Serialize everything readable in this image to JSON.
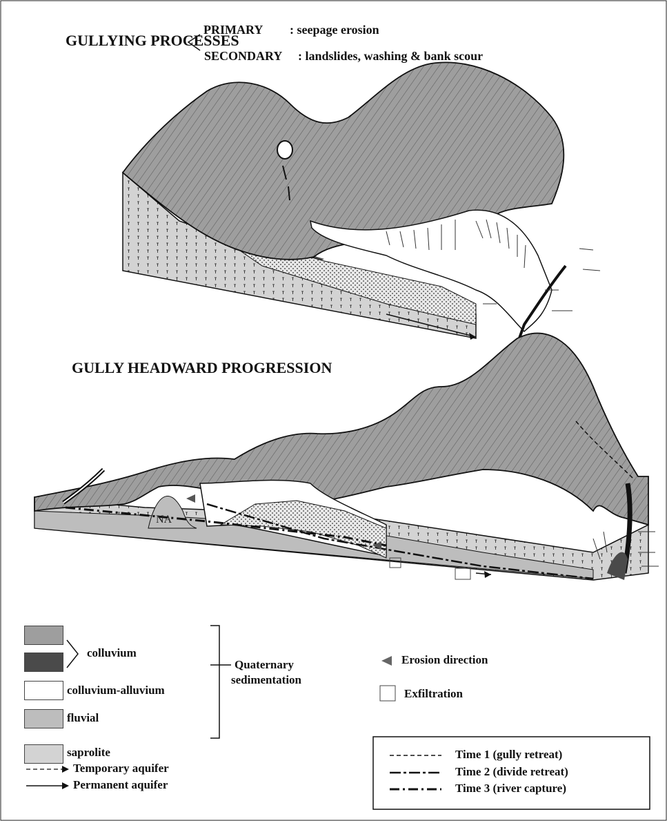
{
  "title": {
    "processes_label": "GULLYING PROCESSES",
    "primary_key": "PRIMARY",
    "primary_value": ": seepage erosion",
    "secondary_key": "SECONDARY",
    "secondary_value": ": landslides, washing & bank scour",
    "progression_label": "GULLY HEADWARD PROGRESSION"
  },
  "diagram_labels": {
    "na": "NA"
  },
  "legend": {
    "colluvium": "colluvium",
    "colluvium_alluvium": "colluvium-alluvium",
    "fluvial": "fluvial",
    "saprolite": "saprolite",
    "quaternary_line1": "Quaternary",
    "quaternary_line2": "sedimentation",
    "erosion_direction": "Erosion direction",
    "exfiltration": "Exfiltration",
    "temporary_aquifer": "Temporary aquifer",
    "permanent_aquifer": "Permanent aquifer",
    "time1": "Time 1  (gully retreat)",
    "time2": "Time 2  (divide retreat)",
    "time3": "Time 3  (river capture)"
  },
  "colors": {
    "colluvium": "#9e9e9e",
    "colluvium_dark": "#4a4a4a",
    "fluvial": "#bdbdbd",
    "saprolite": "#d3d3d3",
    "line": "#111111"
  }
}
